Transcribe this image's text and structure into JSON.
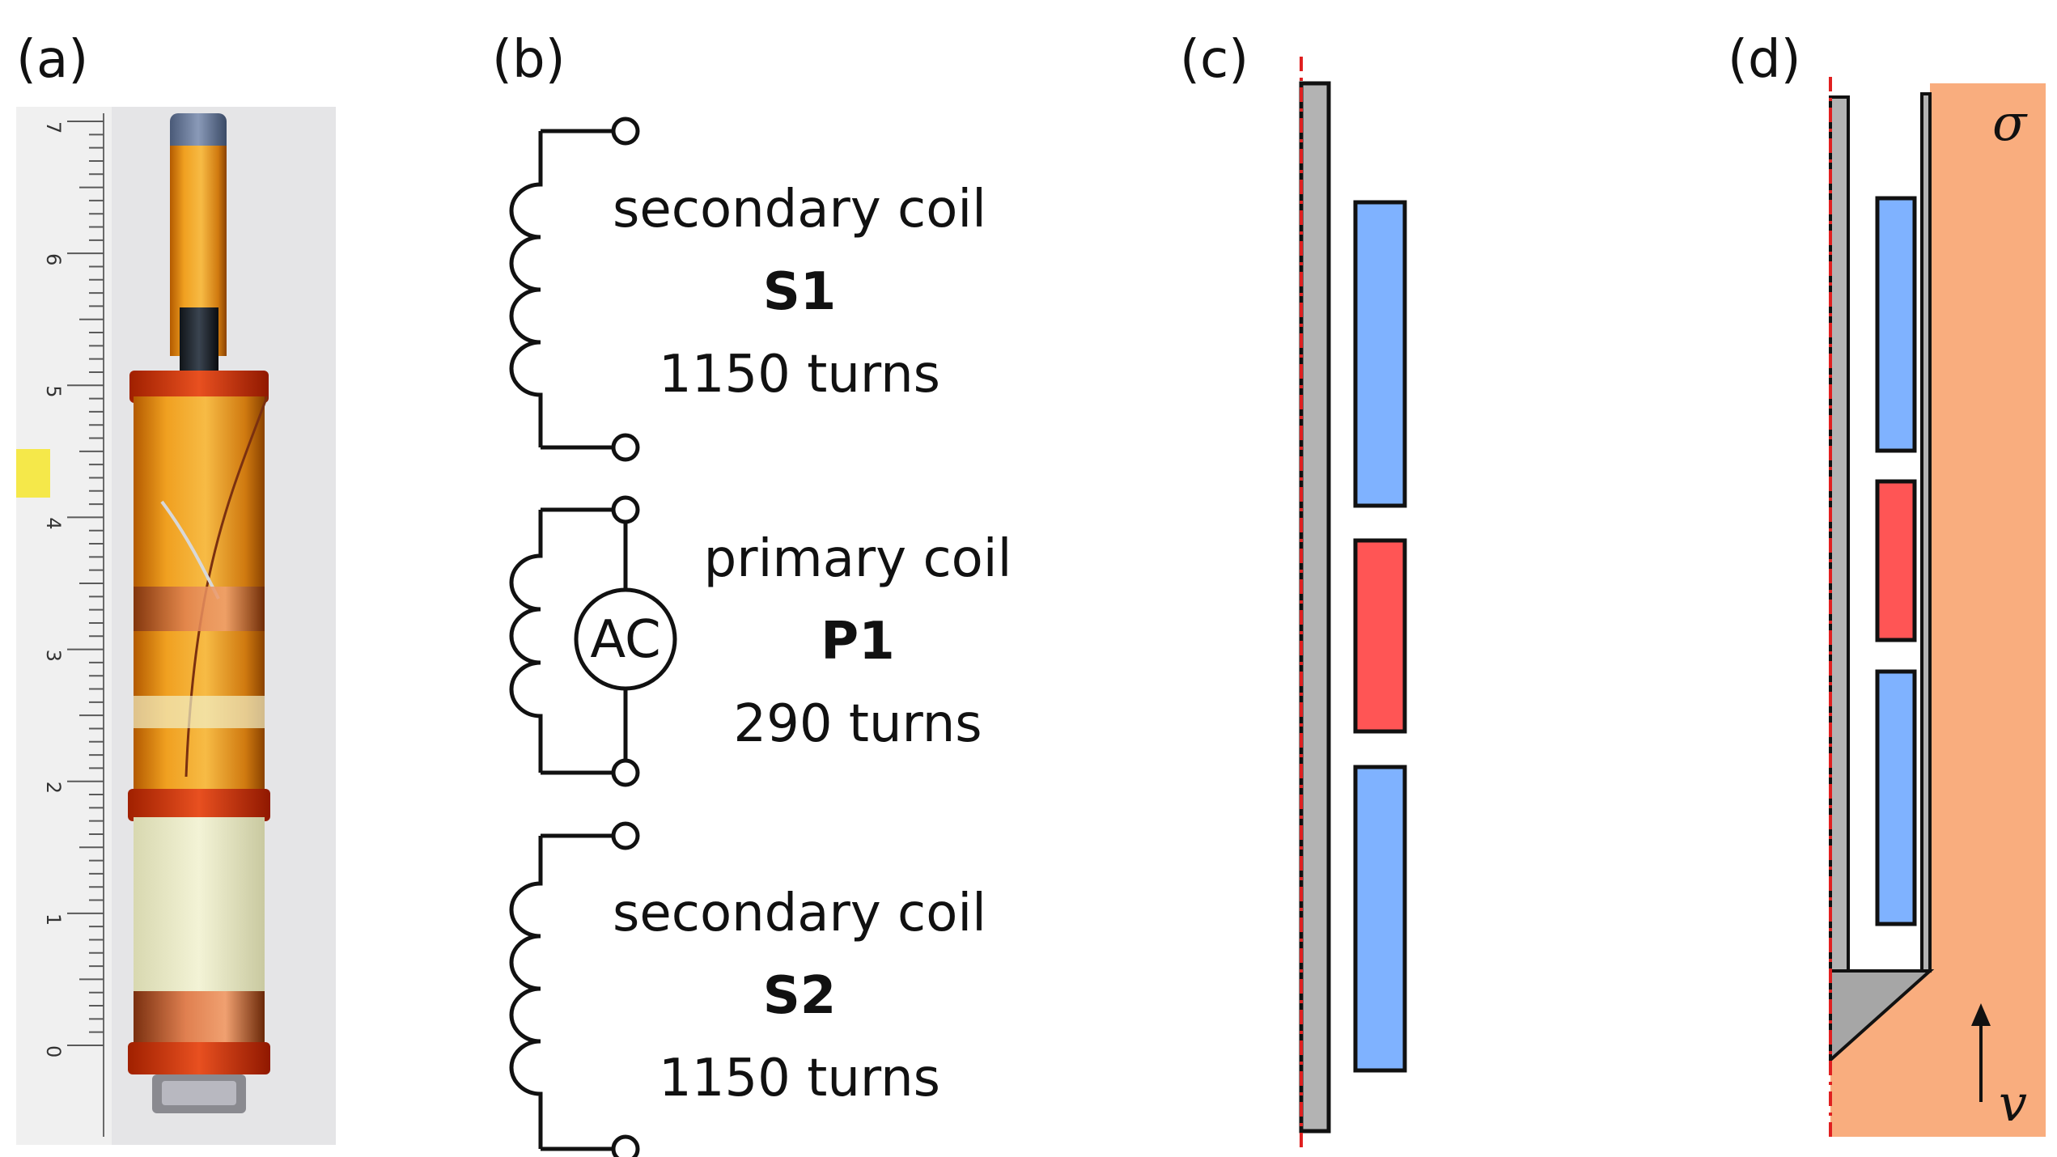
{
  "panels": {
    "a": "(a)",
    "b": "(b)",
    "c": "(c)",
    "d": "(d)"
  },
  "photo": {
    "ruler_numbers": [
      "7",
      "6",
      "5",
      "4",
      "3",
      "2",
      "1",
      "0"
    ]
  },
  "circuit": {
    "secondary1": {
      "name": "secondary coil",
      "id": "S1",
      "turns": "1150 turns"
    },
    "primary": {
      "name": "primary coil",
      "id": "P1",
      "turns": "290 turns",
      "source": "AC"
    },
    "secondary2": {
      "name": "secondary coil",
      "id": "S2",
      "turns": "1150 turns"
    }
  },
  "model": {
    "sigma_symbol": "σ",
    "velocity_symbol": "v"
  },
  "colors": {
    "secondary_coil": "#7fb2ff",
    "primary_coil": "#ff5555",
    "conductor": "#f9ad7e",
    "tube": "#b3b3b3",
    "axis": "#e02020"
  }
}
